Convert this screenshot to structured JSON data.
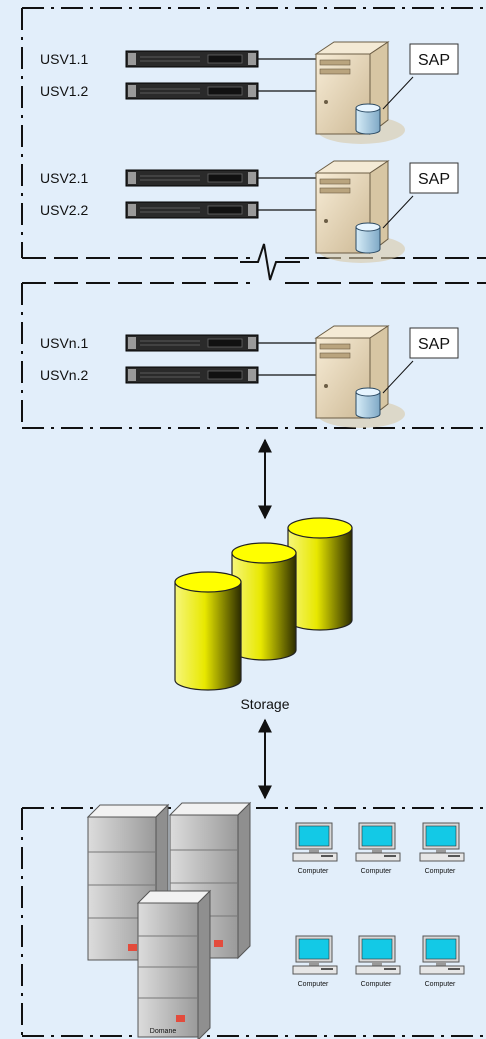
{
  "groups": [
    {
      "servers": [
        {
          "units": [
            {
              "label": "USV1.1"
            },
            {
              "label": "USV1.2"
            }
          ],
          "app": "SAP"
        },
        {
          "units": [
            {
              "label": "USV2.1"
            },
            {
              "label": "USV2.2"
            }
          ],
          "app": "SAP"
        }
      ]
    },
    {
      "servers": [
        {
          "units": [
            {
              "label": "USVn.1"
            },
            {
              "label": "USVn.2"
            }
          ],
          "app": "SAP"
        }
      ]
    }
  ],
  "storage": {
    "label": "Storage"
  },
  "domain": {
    "label": "Domane",
    "computers": [
      "Computer",
      "Computer",
      "Computer",
      "Computer",
      "Computer",
      "Computer"
    ]
  },
  "colors": {
    "background": "#e2eefa",
    "frame": "#111111",
    "cylinder_top": "#ffff00",
    "cylinder_body": "#e6e600",
    "monitor_screen": "#13c9e6"
  }
}
